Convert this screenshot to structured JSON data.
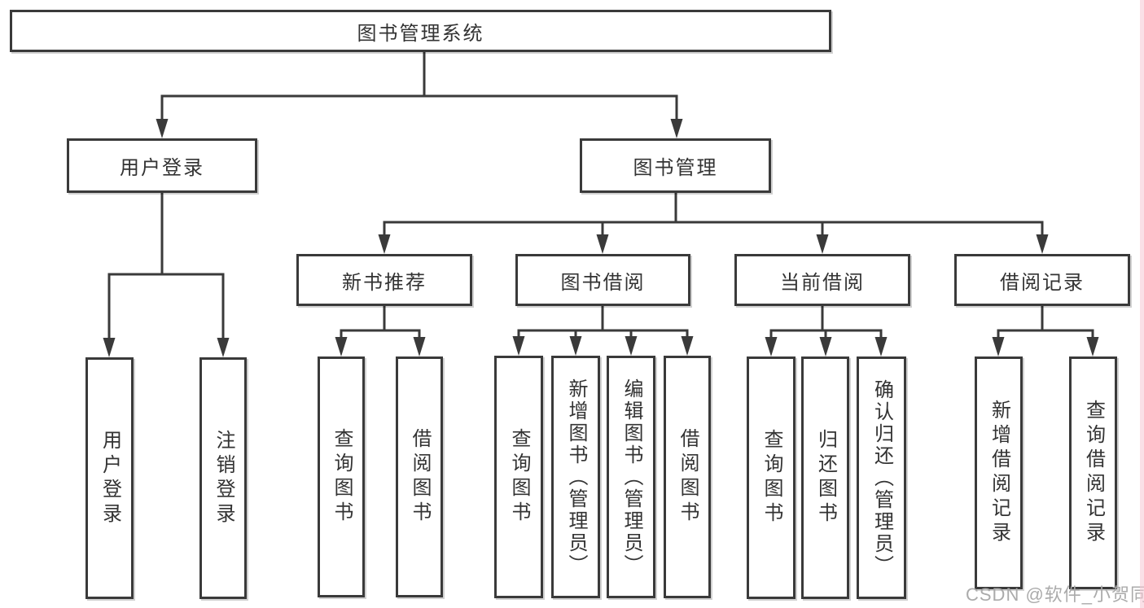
{
  "diagram": {
    "root": {
      "label": "图书管理系统"
    },
    "user_login": {
      "label": "用户登录",
      "children": [
        {
          "label": "用户登录"
        },
        {
          "label": "注销登录"
        }
      ]
    },
    "book_mgmt": {
      "label": "图书管理",
      "new_book": {
        "label": "新书推荐",
        "children": [
          {
            "label": "查询图书"
          },
          {
            "label": "借阅图书"
          }
        ]
      },
      "borrow": {
        "label": "图书借阅",
        "children": [
          {
            "label": "查询图书"
          },
          {
            "label": "新增图书（管理员）"
          },
          {
            "label": "编辑图书（管理员）"
          },
          {
            "label": "借阅图书"
          }
        ]
      },
      "current": {
        "label": "当前借阅",
        "children": [
          {
            "label": "查询图书"
          },
          {
            "label": "归还图书"
          },
          {
            "label": "确认归还（管理员）"
          }
        ]
      },
      "records": {
        "label": "借阅记录",
        "children": [
          {
            "label": "新增借阅记录"
          },
          {
            "label": "查询借阅记录"
          }
        ]
      }
    }
  },
  "watermark": {
    "text": "CSDN @软件_小贺同学"
  },
  "colors": {
    "line": "#3a3a3a",
    "text": "#333333",
    "box_background": "#ffffff",
    "watermark": "#a6a6a6",
    "right_edge_strip": "#f5c6d3",
    "background": "#ffffff"
  }
}
